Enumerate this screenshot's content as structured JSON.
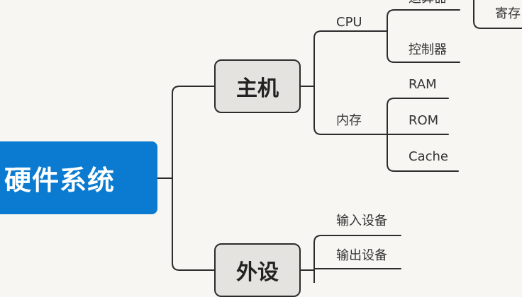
{
  "root": "硬件系统",
  "host": {
    "label": "主机",
    "cpu": {
      "label": "CPU",
      "children": [
        "运算器",
        "控制器"
      ],
      "alu_child": "寄存"
    },
    "memory": {
      "label": "内存",
      "children": [
        "RAM",
        "ROM",
        "Cache"
      ]
    }
  },
  "peripheral": {
    "label": "外设",
    "children": [
      "输入设备",
      "输出设备"
    ]
  },
  "colors": {
    "root": "#0a7bd0",
    "line": "#2c2c2c",
    "topic_fill": "#e4e3df",
    "background": "#f7f6f2"
  }
}
